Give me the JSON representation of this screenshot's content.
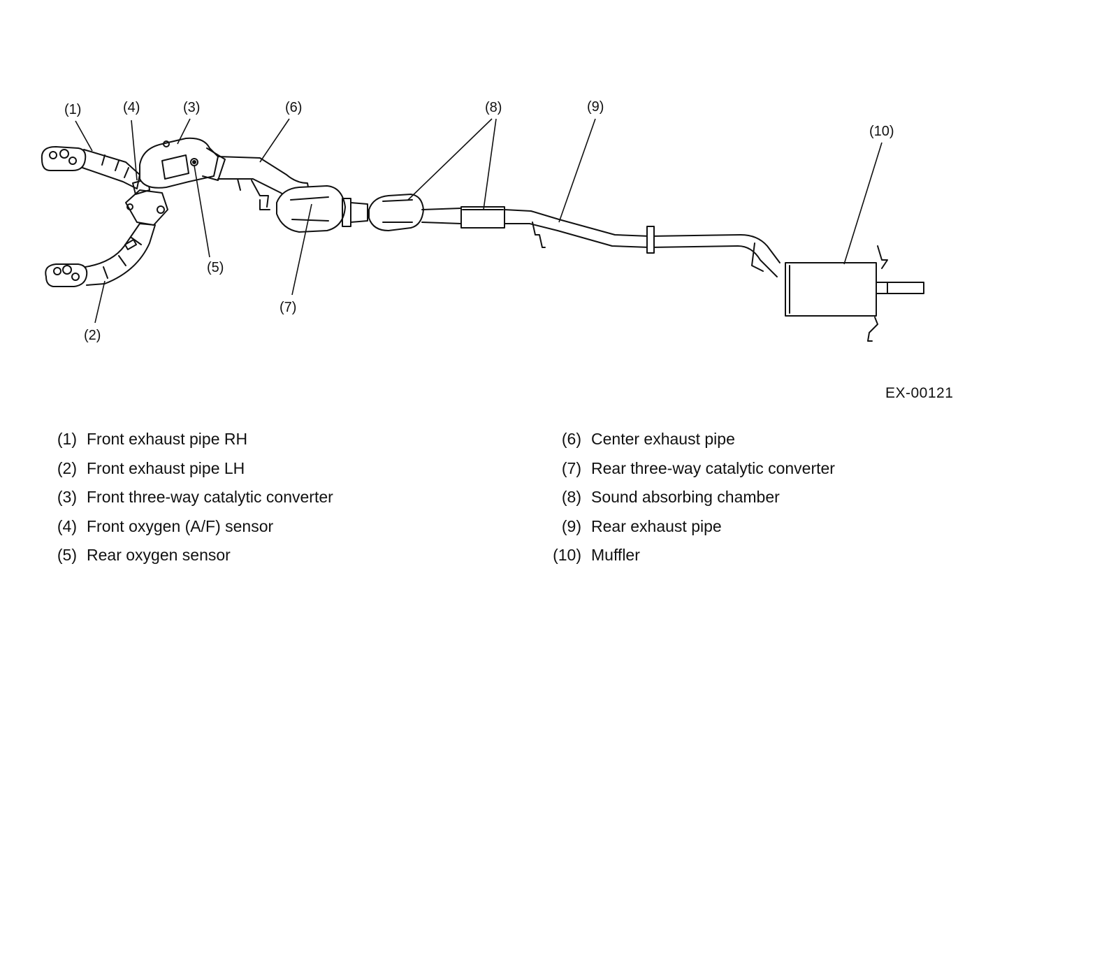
{
  "figure_id": "EX-00121",
  "callouts": [
    "(1)",
    "(2)",
    "(3)",
    "(4)",
    "(5)",
    "(6)",
    "(7)",
    "(8)",
    "(9)",
    "(10)"
  ],
  "legend": {
    "left": [
      {
        "num": "(1)",
        "label": "Front exhaust pipe RH"
      },
      {
        "num": "(2)",
        "label": "Front exhaust pipe LH"
      },
      {
        "num": "(3)",
        "label": "Front three-way catalytic converter"
      },
      {
        "num": "(4)",
        "label": "Front oxygen (A/F) sensor"
      },
      {
        "num": "(5)",
        "label": "Rear oxygen sensor"
      }
    ],
    "right": [
      {
        "num": "(6)",
        "label": "Center exhaust pipe"
      },
      {
        "num": "(7)",
        "label": "Rear three-way catalytic converter"
      },
      {
        "num": "(8)",
        "label": "Sound absorbing chamber"
      },
      {
        "num": "(9)",
        "label": "Rear exhaust pipe"
      },
      {
        "num": "(10)",
        "label": "Muffler"
      }
    ]
  }
}
